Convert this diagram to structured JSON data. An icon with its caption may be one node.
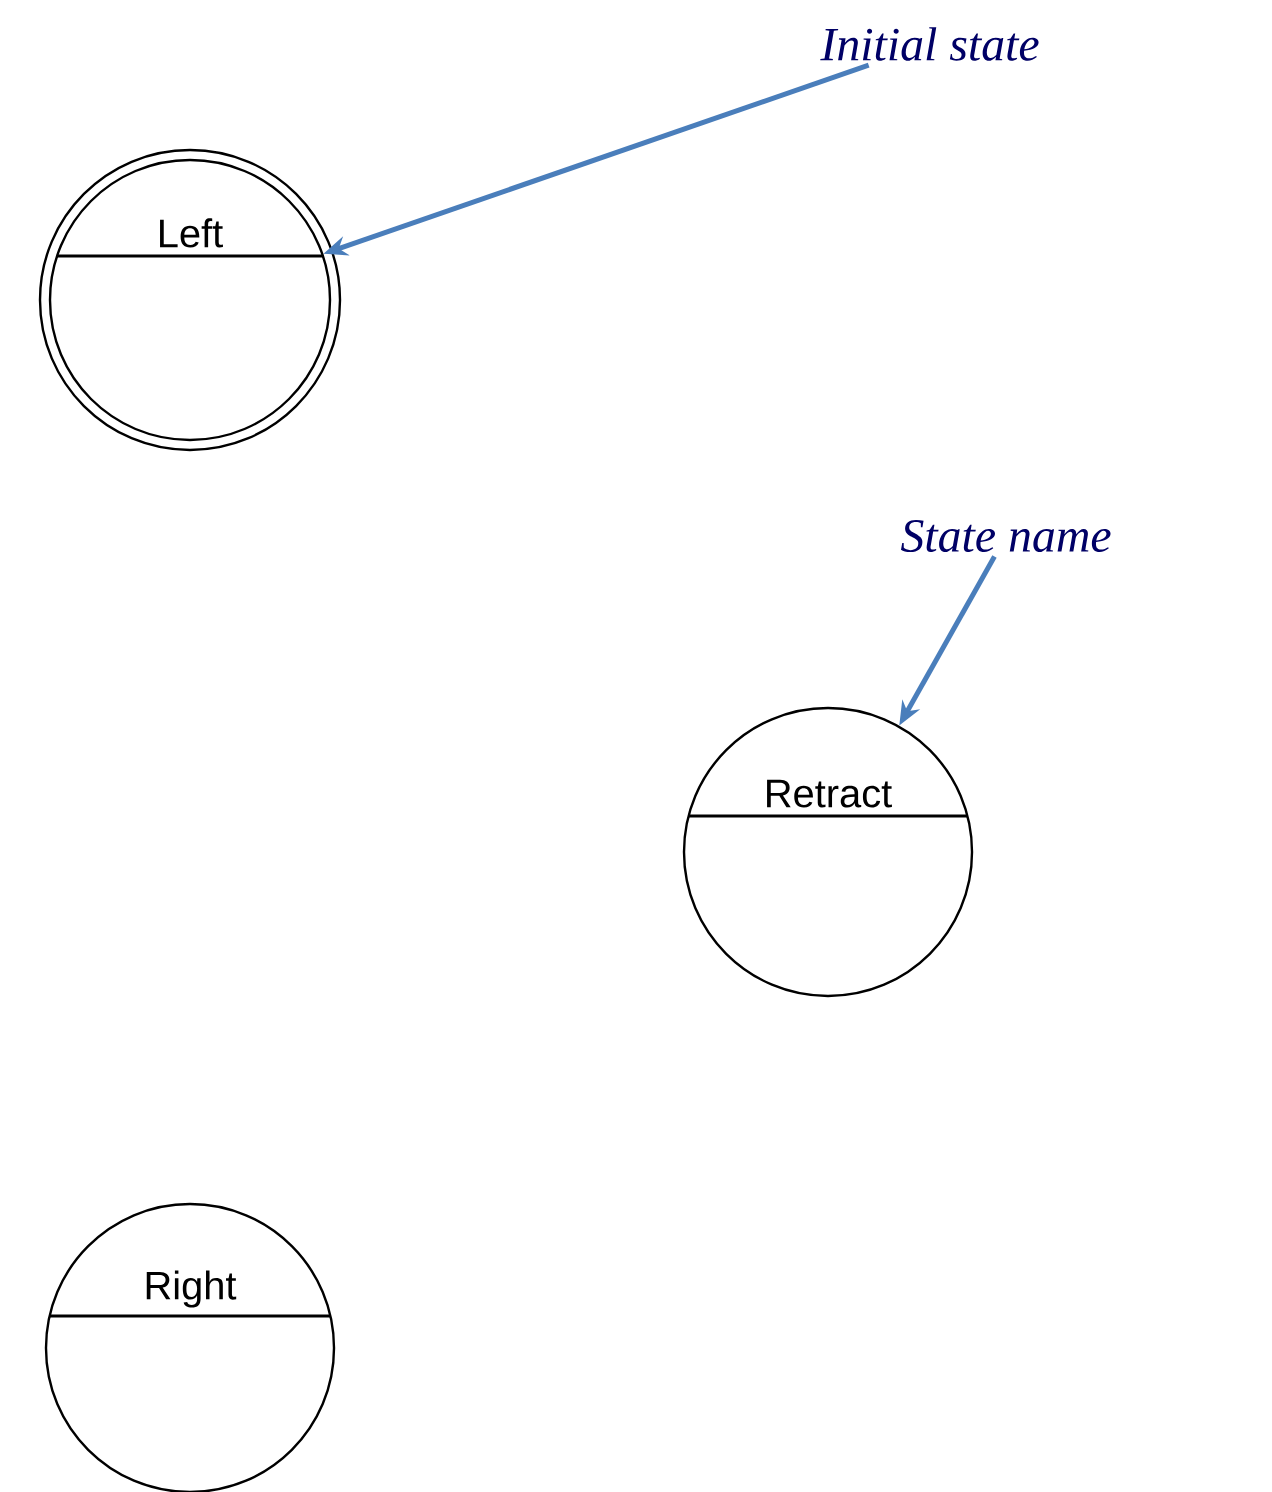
{
  "diagram": {
    "nodes": [
      {
        "text": [
          "Initial state"
        ]
      },
      {
        "text": [
          "Left"
        ]
      },
      {
        "text": [
          "State name"
        ]
      },
      {
        "text": [
          "Retract"
        ]
      },
      {
        "text": [
          "Right"
        ]
      }
    ],
    "edges": [
      {
        "from": 0,
        "to": 1,
        "arrow": "to",
        "color": "#4a7ebb"
      },
      {
        "from": 2,
        "to": 3,
        "arrow": "to",
        "color": "#4a7ebb"
      }
    ]
  }
}
